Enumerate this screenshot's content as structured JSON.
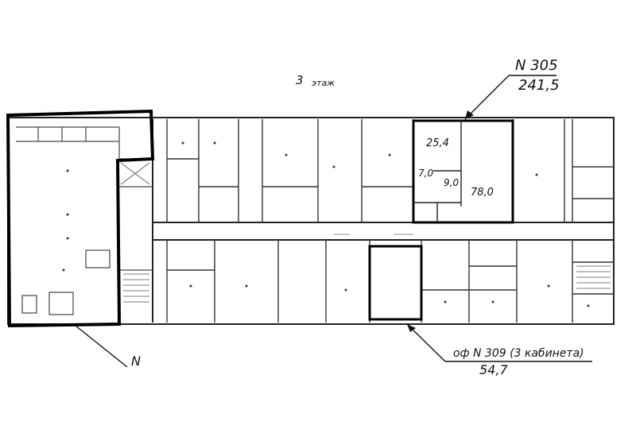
{
  "floor": {
    "label": "3",
    "label_suffix": "этаж"
  },
  "office_305": {
    "number": "N 305",
    "area": "241,5"
  },
  "office_309": {
    "label": "оф N 309 (3 кабинета)",
    "area": "54,7"
  },
  "left_block": {
    "marker": "N"
  },
  "room_305": {
    "area_a": "25,4",
    "area_b": "7,0",
    "area_c": "9,0",
    "area_d": "78,0"
  },
  "colors": {
    "ink": "#111111",
    "paper": "#ffffff",
    "faint": "#555555"
  }
}
